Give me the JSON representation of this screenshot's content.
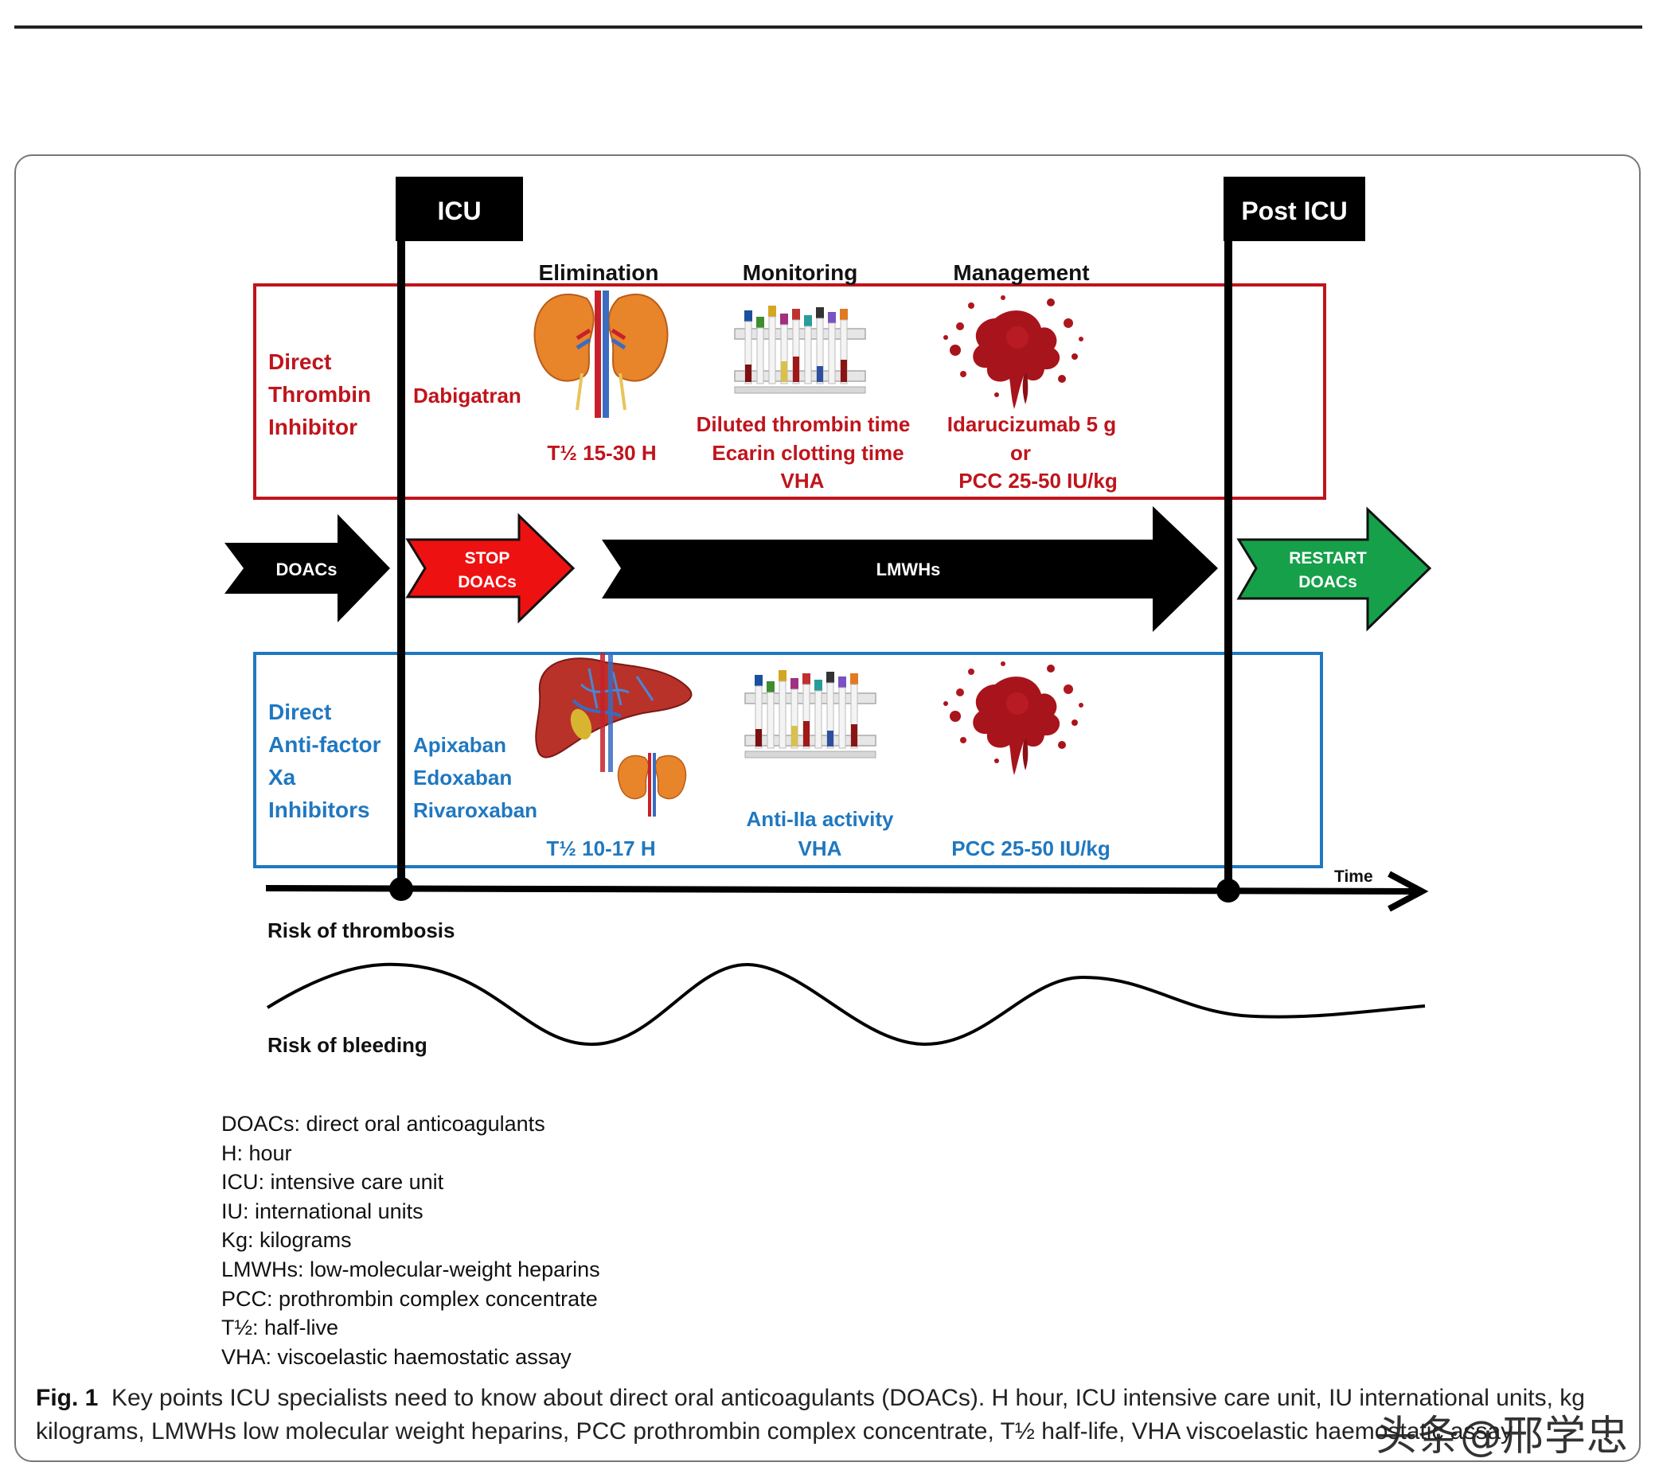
{
  "phases": {
    "icu": "ICU",
    "post_icu": "Post ICU"
  },
  "columns": {
    "elimination": "Elimination",
    "monitoring": "Monitoring",
    "management": "Management"
  },
  "dti": {
    "title": [
      "Direct",
      "Thrombin",
      "Inhibitor"
    ],
    "drug": "Dabigatran",
    "half_life": "T½ 15-30 H",
    "monitoring": [
      "Diluted thrombin time",
      "Ecarin clotting time",
      "VHA"
    ],
    "management": [
      "Idarucizumab 5 g",
      "or",
      "PCC 25-50 IU/kg"
    ],
    "color": "#c0141c"
  },
  "arrows": {
    "doacs": "DOACs",
    "stop": [
      "STOP",
      "DOACs"
    ],
    "lmwh": "LMWHs",
    "restart": [
      "RESTART",
      "DOACs"
    ],
    "colors": {
      "doacs": "#000000",
      "stop": "#ee1111",
      "lmwh": "#000000",
      "restart": "#16a04a"
    }
  },
  "xa": {
    "title": [
      "Direct",
      "Anti-factor",
      "Xa",
      "Inhibitors"
    ],
    "drugs": [
      "Apixaban",
      "Edoxaban",
      "Rivaroxaban"
    ],
    "half_life": "T½ 10-17 H",
    "monitoring": [
      "Anti-IIa activity",
      "VHA"
    ],
    "management": "PCC 25-50 IU/kg",
    "color": "#1f78c0"
  },
  "timeline": {
    "label": "Time"
  },
  "risk": {
    "thrombosis": "Risk of thrombosis",
    "bleeding": "Risk of bleeding"
  },
  "icons": [
    "kidney-icon",
    "test-tubes-icon",
    "blood-splatter-icon",
    "liver-icon"
  ],
  "abbreviations": [
    "DOACs: direct oral anticoagulants",
    "H: hour",
    "ICU: intensive care unit",
    "IU: international units",
    "Kg: kilograms",
    "LMWHs: low-molecular-weight heparins",
    "PCC: prothrombin complex concentrate",
    "T½: half-live",
    "VHA: viscoelastic haemostatic assay"
  ],
  "caption": {
    "label": "Fig. 1",
    "text": "Key points ICU specialists need to know about direct oral anticoagulants (DOACs). H hour, ICU intensive care unit, IU international units, kg kilograms, LMWHs low molecular weight heparins, PCC prothrombin complex concentrate, T½ half-life, VHA viscoelastic haemostatic assay"
  },
  "watermark": "头条@邢学忠"
}
